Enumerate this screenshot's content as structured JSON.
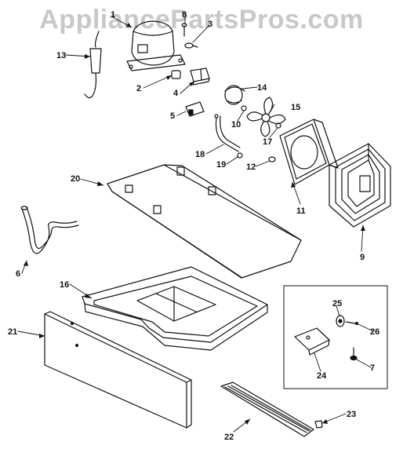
{
  "watermark": {
    "text": "AppliancePartsPros.com"
  },
  "labels": {
    "p1": "1",
    "p2": "2",
    "p3": "3",
    "p4": "4",
    "p5": "5",
    "p6": "6",
    "p7": "7",
    "p8": "8",
    "p9": "9",
    "p10": "10",
    "p11": "11",
    "p12": "12",
    "p13": "13",
    "p14": "14",
    "p15": "15",
    "p16": "16",
    "p17": "17",
    "p18": "18",
    "p19": "19",
    "p20": "20",
    "p21": "21",
    "p22": "22",
    "p23": "23",
    "p24": "24",
    "p25": "25",
    "p26": "26"
  }
}
